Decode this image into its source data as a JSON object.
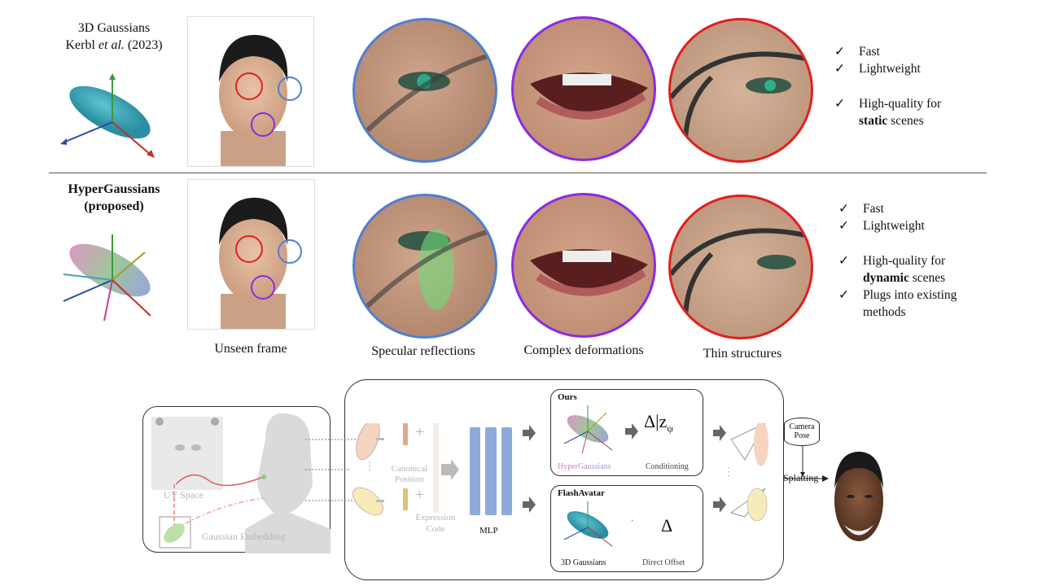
{
  "top_row": {
    "method_line1": "3D Gaussians",
    "method_line2_a": "Kerbl ",
    "method_line2_em": "et al.",
    "method_line2_b": " (2023)",
    "checks": [
      "Fast",
      "Lightweight",
      "High-quality for"
    ],
    "check_last_bold": "static",
    "check_last_rest": " scenes"
  },
  "bottom_row": {
    "method_line1": "HyperGaussians",
    "method_line2": "(proposed)",
    "checks": [
      "Fast",
      "Lightweight",
      "High-quality for"
    ],
    "check_bold": "dynamic",
    "check_bold_rest": " scenes",
    "check_plugs_1": "Plugs into existing",
    "check_plugs_2": "methods"
  },
  "check_mark": "✓",
  "captions": [
    "Unseen frame",
    "Specular reflections",
    "Complex deformations",
    "Thin structures"
  ],
  "colors": {
    "blue": "#4f7fd0",
    "purple": "#8a2be2",
    "red": "#e02020",
    "mlp": "#8ea9dc"
  },
  "diagram": {
    "uv_space": "UV Space",
    "gaussian_embedding": "Gaussian Embedding",
    "canonical_1": "Canonical",
    "canonical_2": "Position",
    "expression_1": "Expression",
    "expression_2": "Code",
    "mlp": "MLP",
    "ours_title": "Ours",
    "ours_left": "HyperGaussians",
    "ours_formula": "Δ|z",
    "ours_formula_sub": "ψ",
    "ours_right": "Conditioning",
    "flash_title": "FlashAvatar",
    "flash_left": "3D Gaussians",
    "flash_formula": "Δ",
    "flash_right": "Direct Offset",
    "camera_1": "Camera",
    "camera_2": "Pose",
    "splatting": "Splatting",
    "plus": "+",
    "vdots": "⋮"
  }
}
